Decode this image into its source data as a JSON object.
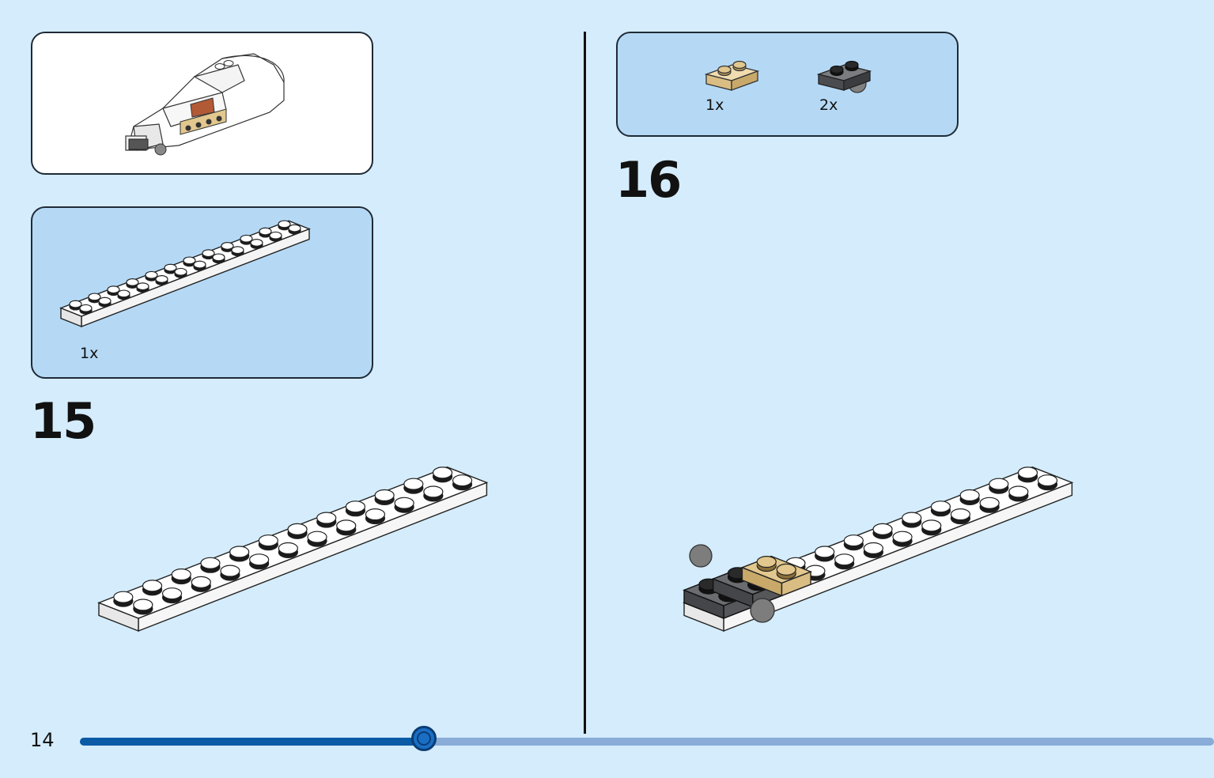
{
  "page": {
    "number": "14"
  },
  "progress": {
    "fraction": 0.303,
    "fill_color": "#0a5aa6",
    "track_color": "#89acd8"
  },
  "steps": [
    {
      "number": "15",
      "parts": [
        {
          "qty": "1x",
          "part": "white plate 2x12"
        }
      ]
    },
    {
      "number": "16",
      "parts": [
        {
          "qty": "1x",
          "part": "tan plate 1x2"
        },
        {
          "qty": "2x",
          "part": "dark grey plate with ball"
        }
      ]
    }
  ],
  "colors": {
    "background": "#d4ecfb",
    "parts_panel": "#b5d9f5",
    "white_brick": "#ffffff",
    "tan_brick": "#e2c88e",
    "dark_grey_brick": "#5d5f62",
    "stud_black": "#1a1a1a"
  }
}
